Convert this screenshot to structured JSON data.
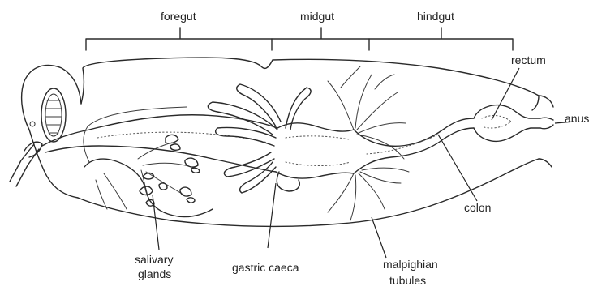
{
  "labels": {
    "foregut": "foregut",
    "midgut": "midgut",
    "hindgut": "hindgut",
    "rectum": "rectum",
    "anus": "anus",
    "colon": "colon",
    "salivary_glands_line1": "salivary",
    "salivary_glands_line2": "glands",
    "gastric_caeca": "gastric caeca",
    "malpighian_line1": "malpighian",
    "malpighian_line2": "tubules"
  },
  "colors": {
    "ink": "#2a2a2a",
    "background": "#ffffff",
    "text": "#222222"
  }
}
